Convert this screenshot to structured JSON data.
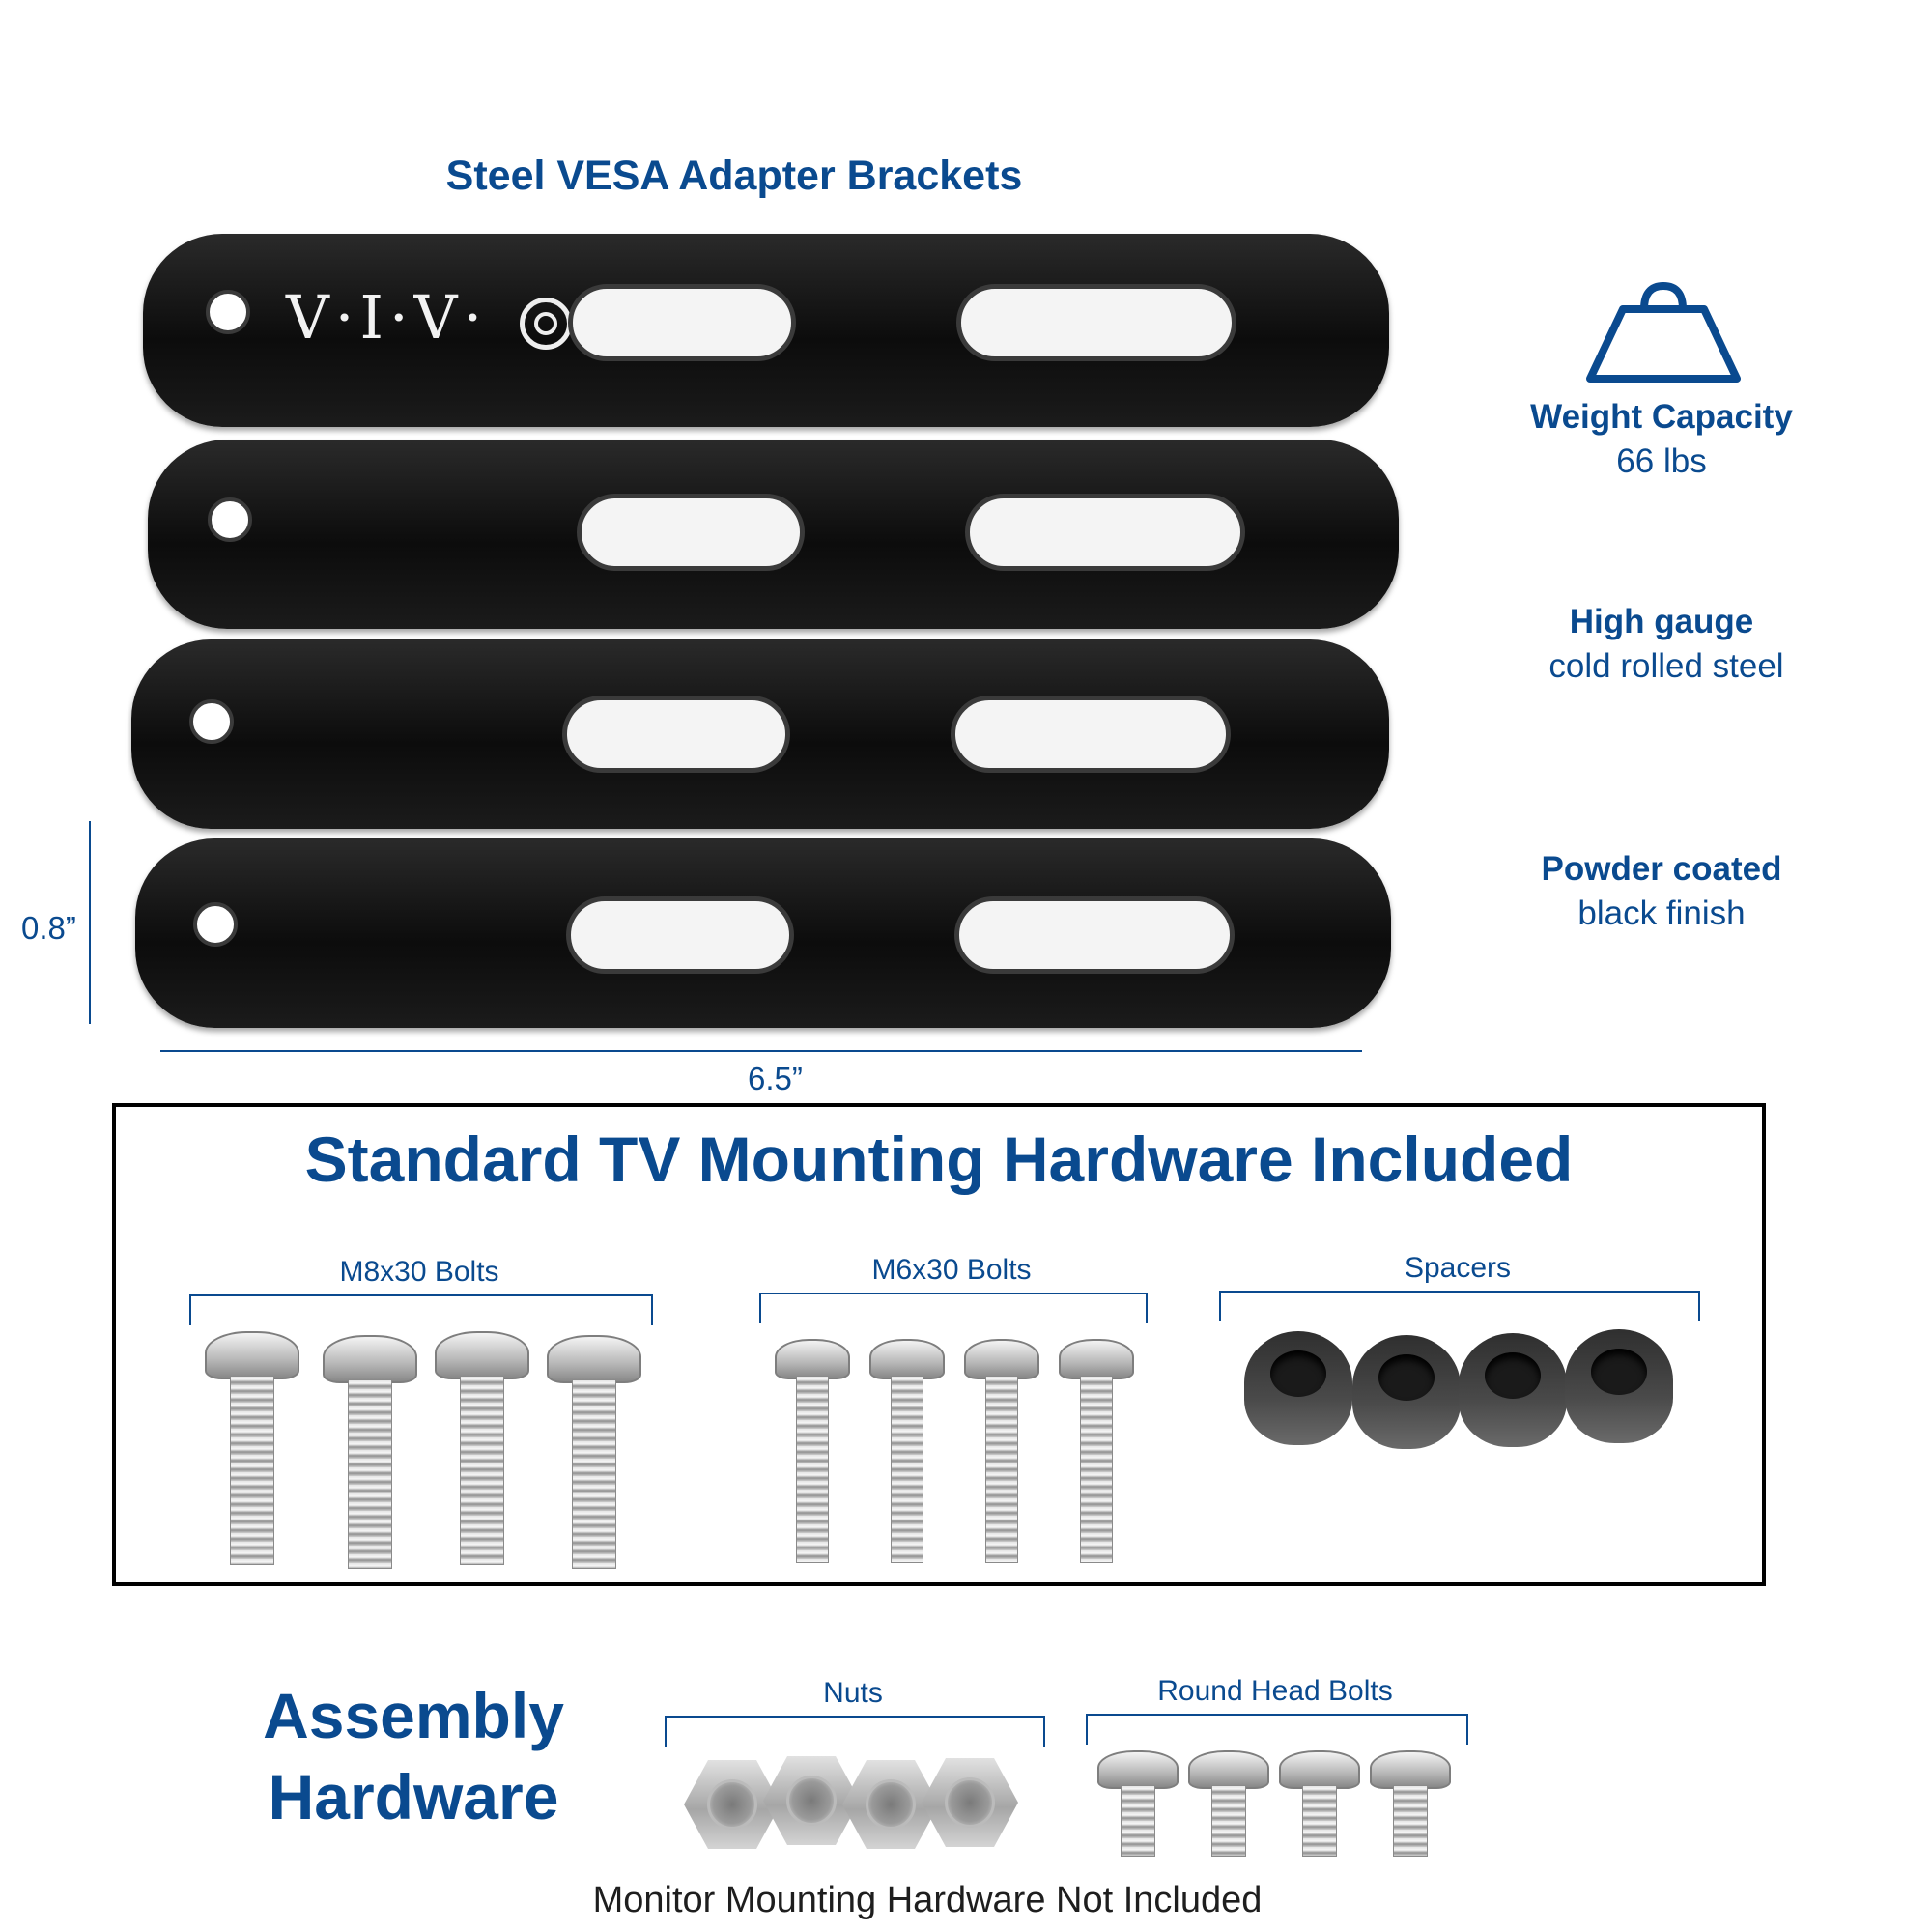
{
  "brackets": {
    "title": "Steel VESA Adapter Brackets",
    "logo_text": "V·I·V·",
    "height_label": "0.8”",
    "width_label": "6.5”"
  },
  "features": [
    {
      "title": "Weight Capacity",
      "subtitle": "66 lbs",
      "icon": "weight-icon"
    },
    {
      "title": "High gauge",
      "subtitle": "cold rolled steel"
    },
    {
      "title": "Powder coated",
      "subtitle": "black finish"
    }
  ],
  "tv_hardware": {
    "title": "Standard TV Mounting Hardware Included",
    "groups": [
      {
        "label": "M8x30 Bolts",
        "count": 4
      },
      {
        "label": "M6x30 Bolts",
        "count": 4
      },
      {
        "label": "Spacers",
        "count": 4
      }
    ]
  },
  "assembly": {
    "title_line1": "Assembly",
    "title_line2": "Hardware",
    "groups": [
      {
        "label": "Nuts",
        "count": 4
      },
      {
        "label": "Round Head Bolts",
        "count": 4
      }
    ]
  },
  "footer_note": "Monitor Mounting Hardware Not Included",
  "colors": {
    "accent": "#0a4a8f",
    "bracket": "#111111",
    "border": "#000000"
  }
}
